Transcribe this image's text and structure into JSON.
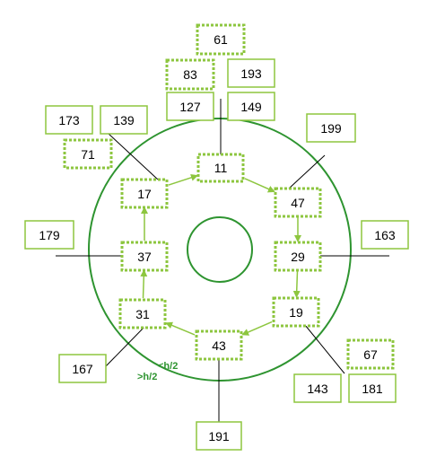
{
  "colors": {
    "green_dark": "#2e9430",
    "green_light": "#8dc63f",
    "line": "#000000",
    "text": "#000000",
    "label_green": "#2e9430"
  },
  "ring_nodes": [
    {
      "id": "n11",
      "label": "11"
    },
    {
      "id": "n47",
      "label": "47"
    },
    {
      "id": "n29",
      "label": "29"
    },
    {
      "id": "n19",
      "label": "19"
    },
    {
      "id": "n43",
      "label": "43"
    },
    {
      "id": "n31",
      "label": "31"
    },
    {
      "id": "n37",
      "label": "37"
    },
    {
      "id": "n17",
      "label": "17"
    }
  ],
  "ring_arrows": [
    {
      "from": "n11",
      "to": "n47"
    },
    {
      "from": "n47",
      "to": "n29"
    },
    {
      "from": "n29",
      "to": "n19"
    },
    {
      "from": "n19",
      "to": "n43"
    },
    {
      "from": "n43",
      "to": "n31"
    },
    {
      "from": "n31",
      "to": "n37"
    },
    {
      "from": "n37",
      "to": "n17"
    },
    {
      "from": "n17",
      "to": "n11"
    }
  ],
  "outer_keys": [
    {
      "id": "k61",
      "label": "61",
      "style": "dotted"
    },
    {
      "id": "k83",
      "label": "83",
      "style": "dotted"
    },
    {
      "id": "k193",
      "label": "193",
      "style": "solid"
    },
    {
      "id": "k127",
      "label": "127",
      "style": "solid"
    },
    {
      "id": "k149",
      "label": "149",
      "style": "solid"
    },
    {
      "id": "k173",
      "label": "173",
      "style": "solid"
    },
    {
      "id": "k139",
      "label": "139",
      "style": "solid"
    },
    {
      "id": "k71",
      "label": "71",
      "style": "dotted"
    },
    {
      "id": "k199",
      "label": "199",
      "style": "solid"
    },
    {
      "id": "k179",
      "label": "179",
      "style": "solid"
    },
    {
      "id": "k163",
      "label": "163",
      "style": "solid"
    },
    {
      "id": "k167",
      "label": "167",
      "style": "solid"
    },
    {
      "id": "k67",
      "label": "67",
      "style": "dotted"
    },
    {
      "id": "k143",
      "label": "143",
      "style": "solid"
    },
    {
      "id": "k181",
      "label": "181",
      "style": "solid"
    },
    {
      "id": "k191",
      "label": "191",
      "style": "solid"
    }
  ],
  "labels": {
    "less_half": "<h/2",
    "greater_half": ">h/2"
  }
}
